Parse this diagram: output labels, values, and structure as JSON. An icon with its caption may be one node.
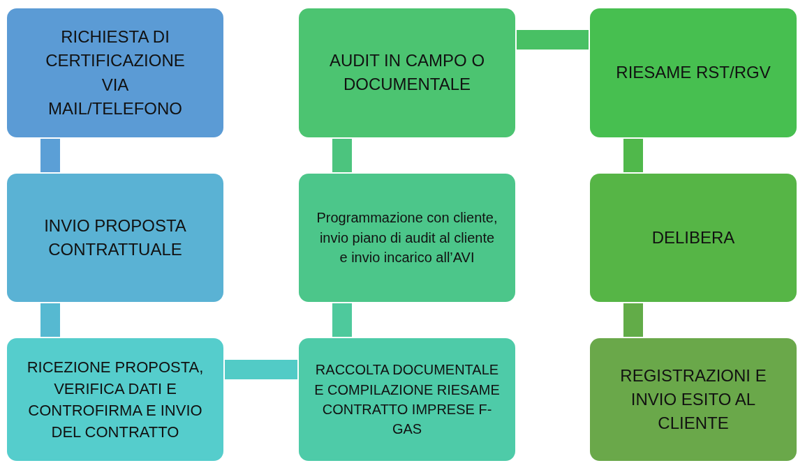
{
  "diagram": {
    "nodes": [
      {
        "text": [
          "RICHIESTA DI CERTIFICAZIONE VIA MAIL/TELEFONO"
        ]
      },
      {
        "text": [
          "INVIO PROPOSTA CONTRATTUALE"
        ]
      },
      {
        "text": [
          "RICEZIONE PROPOSTA, VERIFICA DATI E CONTROFIRMA E INVIO DEL CONTRATTO"
        ]
      },
      {
        "text": [
          "RACCOLTA DOCUMENTALE E COMPILAZIONE RIESAME CONTRATTO IMPRESE F-GAS"
        ]
      },
      {
        "text": [
          "Programmazione con cliente, invio piano di audit al cliente e invio incarico all’AVI"
        ]
      },
      {
        "text": [
          "AUDIT IN CAMPO O DOCUMENTALE"
        ]
      },
      {
        "text": [
          "RIESAME RST/RGV"
        ]
      },
      {
        "text": [
          "DELIBERA"
        ]
      },
      {
        "text": [
          "REGISTRAZIONI E INVIO ESITO AL CLIENTE"
        ]
      }
    ],
    "edges": [
      {
        "from": 0,
        "to": 1,
        "arrow": "none",
        "color": "#5b9fd6"
      },
      {
        "from": 1,
        "to": 2,
        "arrow": "none",
        "color": "#56b9d1"
      },
      {
        "from": 2,
        "to": 3,
        "arrow": "none",
        "color": "#52cbc6"
      },
      {
        "from": 3,
        "to": 4,
        "arrow": "none",
        "color": "#4ec99c"
      },
      {
        "from": 4,
        "to": 5,
        "arrow": "none",
        "color": "#4cc47e"
      },
      {
        "from": 5,
        "to": 6,
        "arrow": "none",
        "color": "#48c064"
      },
      {
        "from": 6,
        "to": 7,
        "arrow": "none",
        "color": "#50b84b"
      },
      {
        "from": 7,
        "to": 8,
        "arrow": "none",
        "color": "#62ac48"
      }
    ]
  }
}
